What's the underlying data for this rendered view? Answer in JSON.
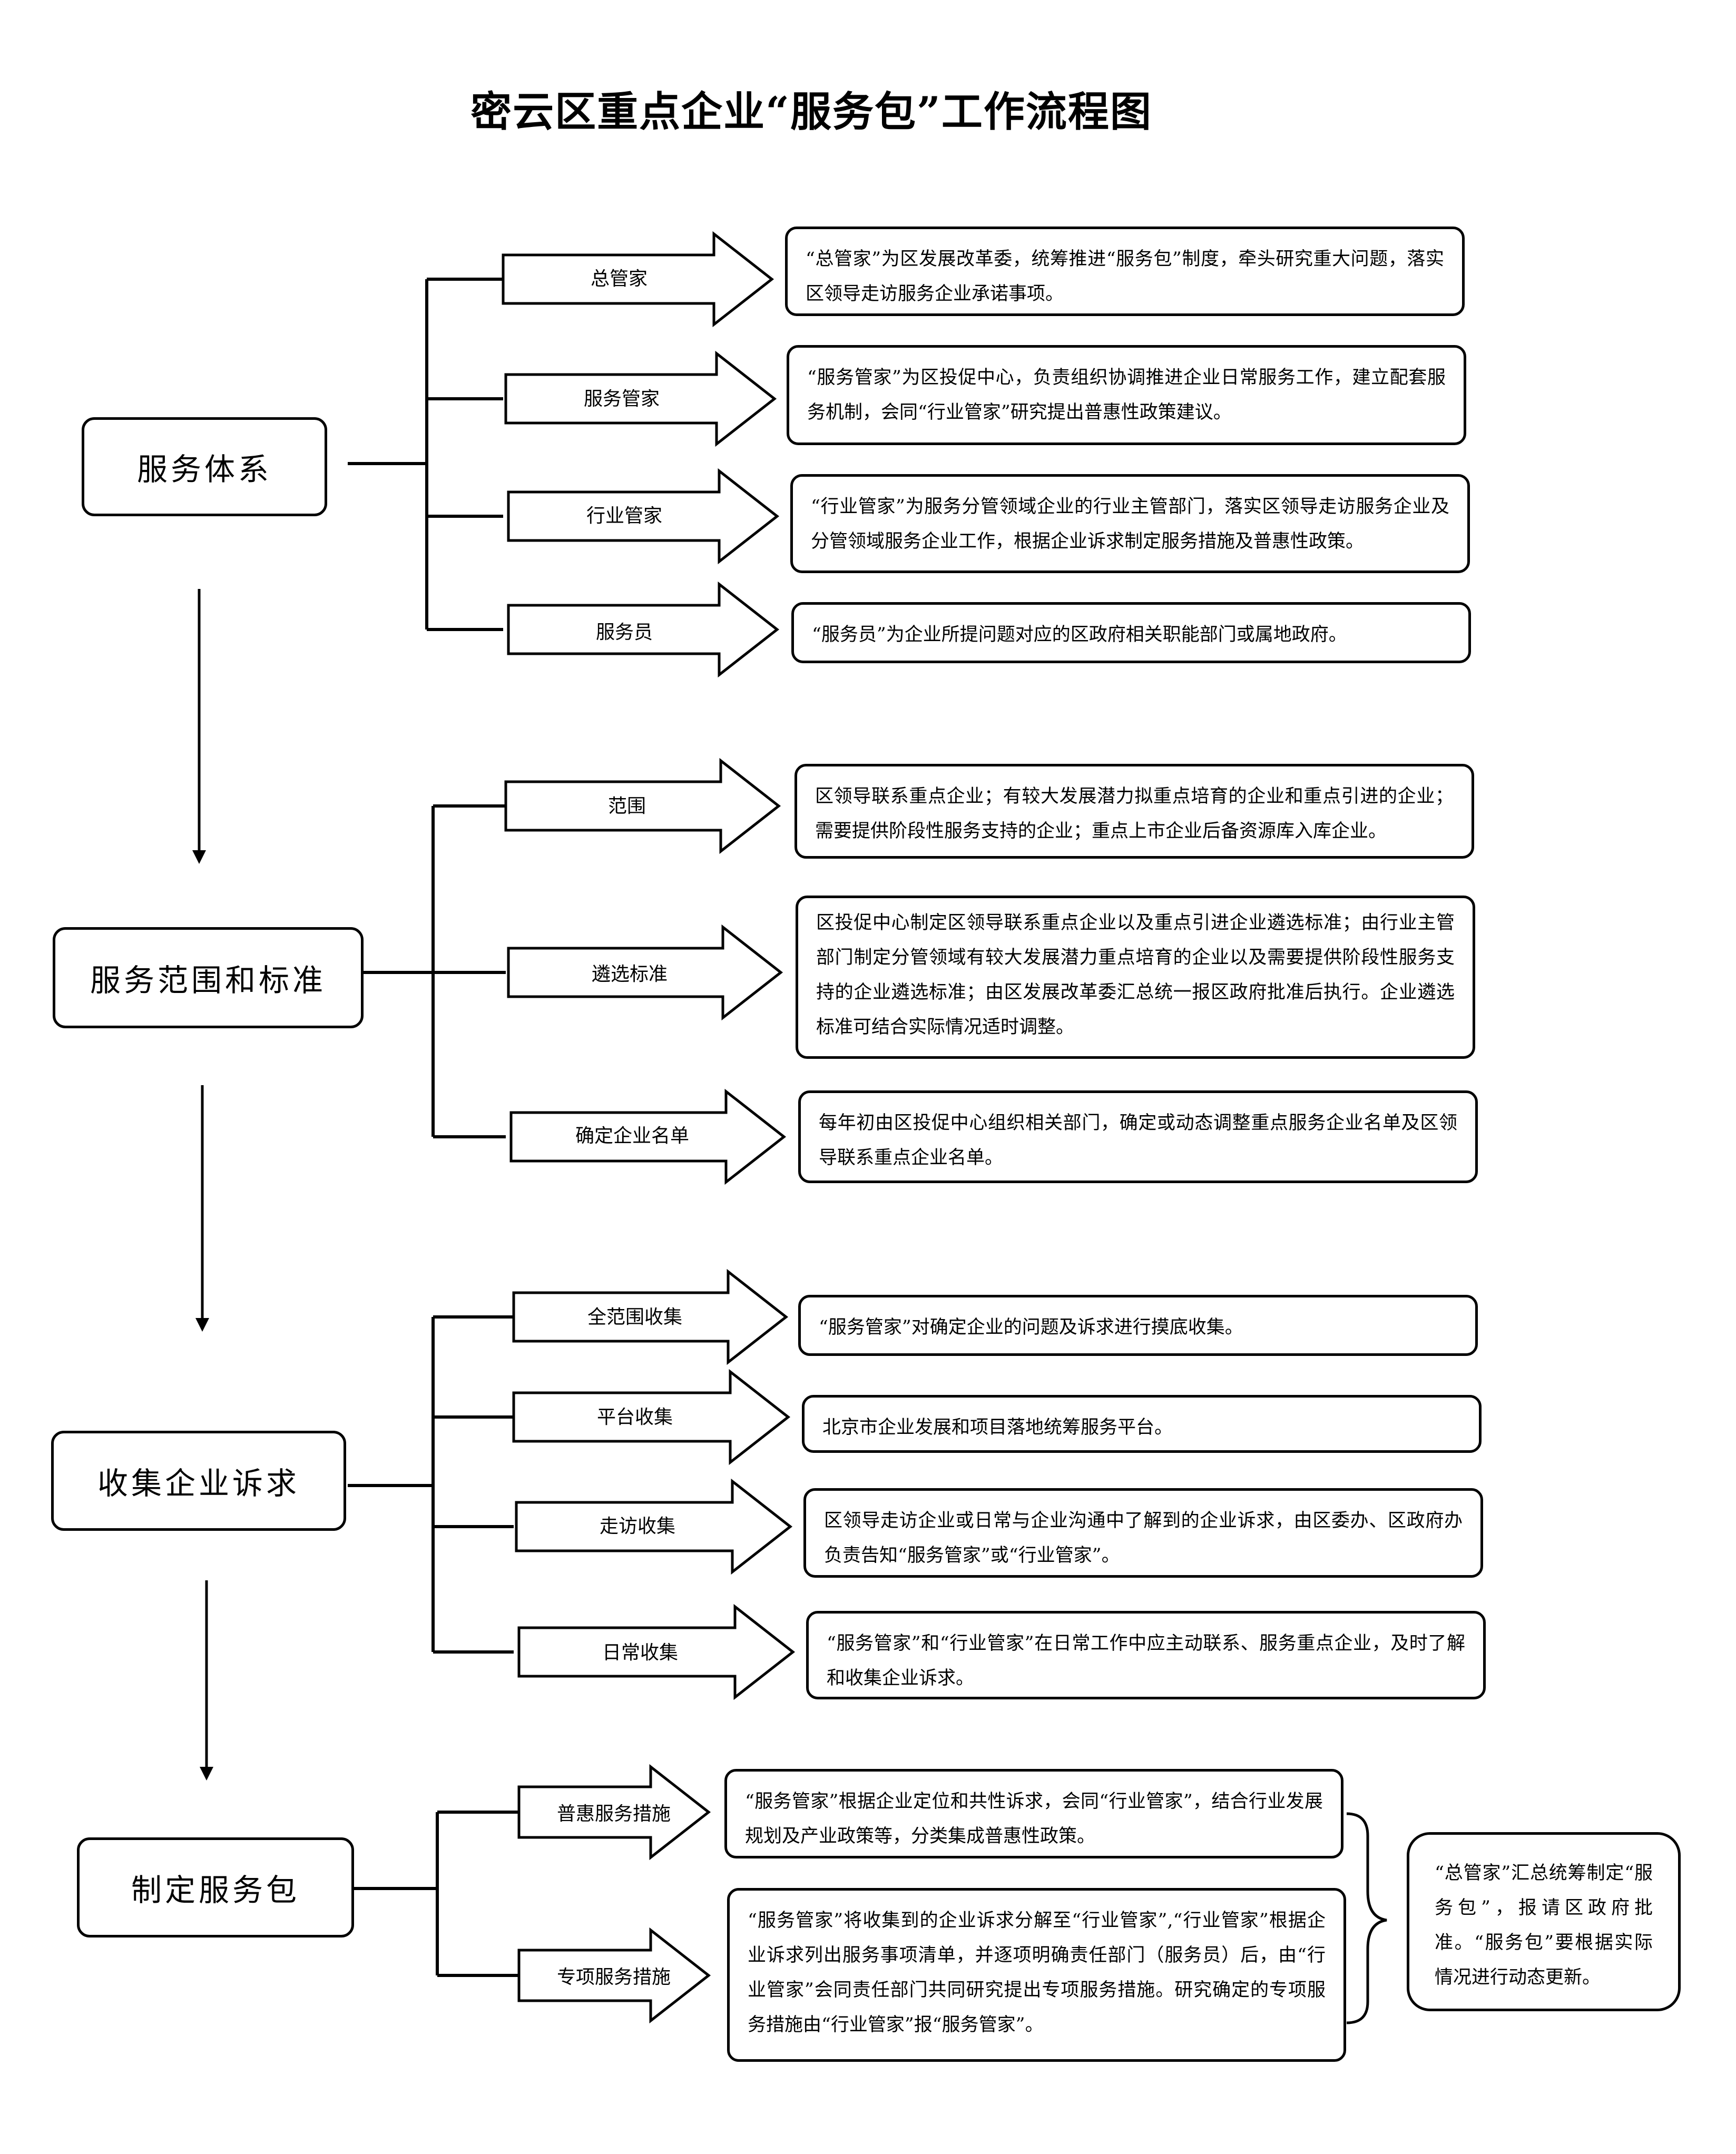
{
  "title": "密云区重点企业“服务包”工作流程图",
  "sections": [
    {
      "label": "服务体系",
      "items": [
        {
          "name": "总管家",
          "text": "“总管家”为区发展改革委，统筹推进“服务包”制度，牵头研究重大问题，落实区领导走访服务企业承诺事项。"
        },
        {
          "name": "服务管家",
          "text": "“服务管家”为区投促中心，负责组织协调推进企业日常服务工作，建立配套服务机制，会同“行业管家”研究提出普惠性政策建议。"
        },
        {
          "name": "行业管家",
          "text": "“行业管家”为服务分管领域企业的行业主管部门，落实区领导走访服务企业及分管领域服务企业工作，根据企业诉求制定服务措施及普惠性政策。"
        },
        {
          "name": "服务员",
          "text": "“服务员”为企业所提问题对应的区政府相关职能部门或属地政府。"
        }
      ]
    },
    {
      "label": "服务范围和标准",
      "items": [
        {
          "name": "范围",
          "text": "区领导联系重点企业；有较大发展潜力拟重点培育的企业和重点引进的企业；需要提供阶段性服务支持的企业；重点上市企业后备资源库入库企业。"
        },
        {
          "name": "遴选标准",
          "text": "区投促中心制定区领导联系重点企业以及重点引进企业遴选标准；由行业主管部门制定分管领域有较大发展潜力重点培育的企业以及需要提供阶段性服务支持的企业遴选标准；由区发展改革委汇总统一报区政府批准后执行。企业遴选标准可结合实际情况适时调整。"
        },
        {
          "name": "确定企业名单",
          "text": "每年初由区投促中心组织相关部门，确定或动态调整重点服务企业名单及区领导联系重点企业名单。"
        }
      ]
    },
    {
      "label": "收集企业诉求",
      "items": [
        {
          "name": "全范围收集",
          "text": "“服务管家”对确定企业的问题及诉求进行摸底收集。"
        },
        {
          "name": "平台收集",
          "text": "北京市企业发展和项目落地统筹服务平台。"
        },
        {
          "name": "走访收集",
          "text": "区领导走访企业或日常与企业沟通中了解到的企业诉求，由区委办、区政府办负责告知“服务管家”或“行业管家”。"
        },
        {
          "name": "日常收集",
          "text": "“服务管家”和“行业管家”在日常工作中应主动联系、服务重点企业，及时了解和收集企业诉求。"
        }
      ]
    },
    {
      "label": "制定服务包",
      "items": [
        {
          "name": "普惠服务措施",
          "text": "“服务管家”根据企业定位和共性诉求，会同“行业管家”，结合行业发展规划及产业政策等，分类集成普惠性政策。"
        },
        {
          "name": "专项服务措施",
          "text": "“服务管家”将收集到的企业诉求分解至“行业管家”,“行业管家”根据企业诉求列出服务事项清单，并逐项明确责任部门（服务员）后，由“行业管家”会同责任部门共同研究提出专项服务措施。研究确定的专项服务措施由“行业管家”报“服务管家”。"
        }
      ],
      "summary": "“总管家”汇总统筹制定“服务包”，报请区政府批准。“服务包”要根据实际情况进行动态更新。"
    }
  ]
}
